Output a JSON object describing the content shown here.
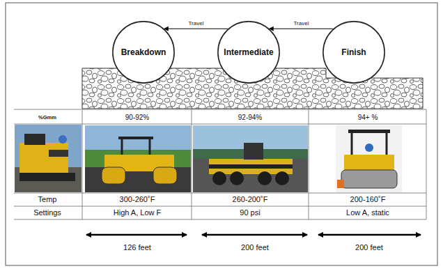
{
  "diagram": {
    "nodes": [
      {
        "text": [
          "Breakdown"
        ]
      },
      {
        "text": [
          "Intermediate"
        ]
      },
      {
        "text": [
          "Finish"
        ]
      }
    ],
    "edges": [
      {
        "from": 1,
        "to": 0,
        "arrow": "to",
        "label": "Travel"
      },
      {
        "from": 2,
        "to": 1,
        "arrow": "to",
        "label": "Travel"
      }
    ],
    "labels": [
      "%Gmm",
      "90-92%",
      "92-94%",
      "94+ %",
      "Temp",
      "300-260˚F",
      "260-200˚F",
      "200-160˚F",
      "Settings",
      "High A, Low F",
      "90 psi",
      "Low A, static",
      "126 feet",
      "200 feet",
      "200 feet"
    ]
  }
}
